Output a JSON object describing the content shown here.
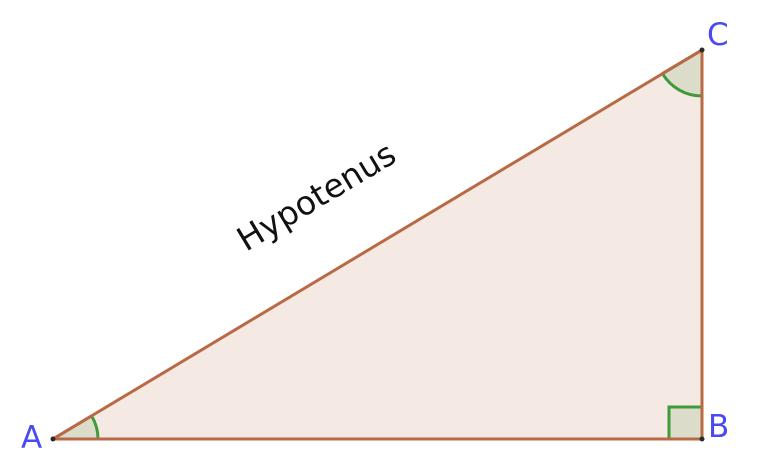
{
  "colors": {
    "triangle_fill": "#f5e9e4",
    "triangle_stroke": "#b86a45",
    "angle_fill": "#dcdccb",
    "angle_stroke": "#7a5520",
    "angle_arc": "#3f9a3a",
    "vertex_label": "#4a4af0",
    "vertex_point": "#2b2b2b",
    "side_label": "#111111"
  },
  "vertices": {
    "a_label": "A",
    "b_label": "B",
    "c_label": "C"
  },
  "hypotenuse_label": "Hypotenus"
}
